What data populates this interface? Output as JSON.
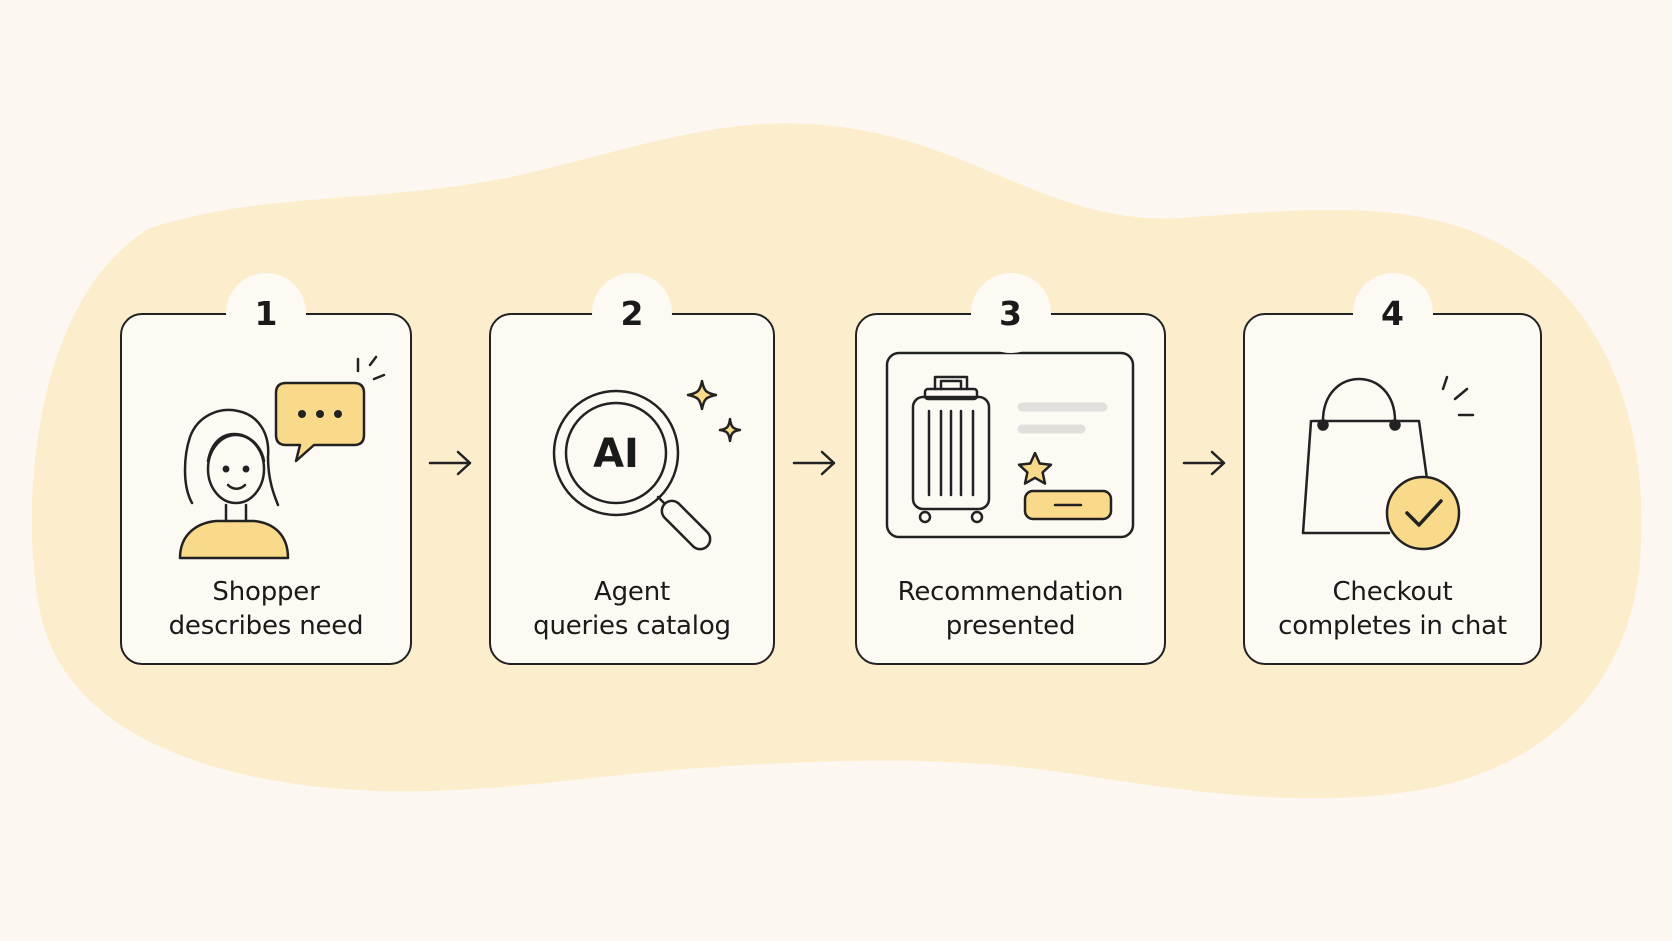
{
  "colors": {
    "background": "#fcf8f1",
    "blob": "#fcedcc",
    "accent": "#f9d98a",
    "stroke": "#222222"
  },
  "steps": [
    {
      "number": "1",
      "line1": "Shopper",
      "line2": "describes need",
      "icon": "shopper-speech-icon"
    },
    {
      "number": "2",
      "line1": "Agent",
      "line2": "queries catalog",
      "icon": "ai-magnifier-icon"
    },
    {
      "number": "3",
      "line1": "Recommendation",
      "line2": "presented",
      "icon": "suitcase-product-card-icon"
    },
    {
      "number": "4",
      "line1": "Checkout",
      "line2": "completes in chat",
      "icon": "shopping-bag-check-icon"
    }
  ],
  "icon_text": {
    "ai": "AI"
  }
}
